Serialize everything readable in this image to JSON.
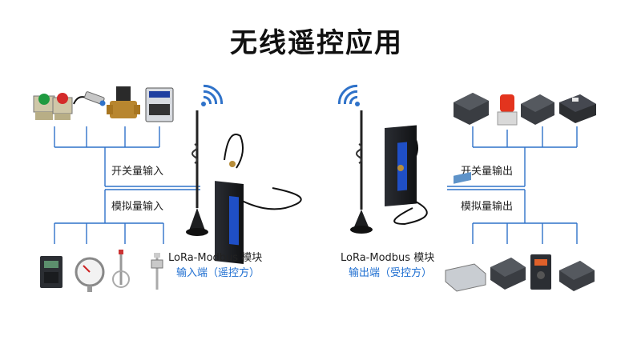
{
  "title": "无线遥控应用",
  "left": {
    "label_digital": "开关量输入",
    "label_analog": "模拟量输入",
    "module_name": "LoRa-Modbus 模块",
    "module_role": "输入端（遥控方）",
    "top_devices": [
      "push-button-green-icon",
      "push-button-red-icon",
      "proximity-sensor-icon",
      "solenoid-valve-icon",
      "contactor-icon"
    ],
    "bottom_devices": [
      "inverter-icon",
      "pressure-gauge-icon",
      "temperature-probe-icon",
      "thermocouple-icon"
    ]
  },
  "right": {
    "label_digital": "开关量输出",
    "label_analog": "模拟量输出",
    "module_name": "LoRa-Modbus 模块",
    "module_role": "输出端（受控方）",
    "top_devices": [
      "relay-module-icon",
      "warning-light-icon",
      "relay-module-icon",
      "solid-state-relay-icon"
    ],
    "bottom_devices": [
      "signal-instrument-icon",
      "relay-module-icon",
      "frequency-inverter-icon",
      "relay-module-icon"
    ]
  },
  "colors": {
    "line": "#2f72c9",
    "role": "#1f6fd1",
    "wifi": "#2f72c9"
  }
}
